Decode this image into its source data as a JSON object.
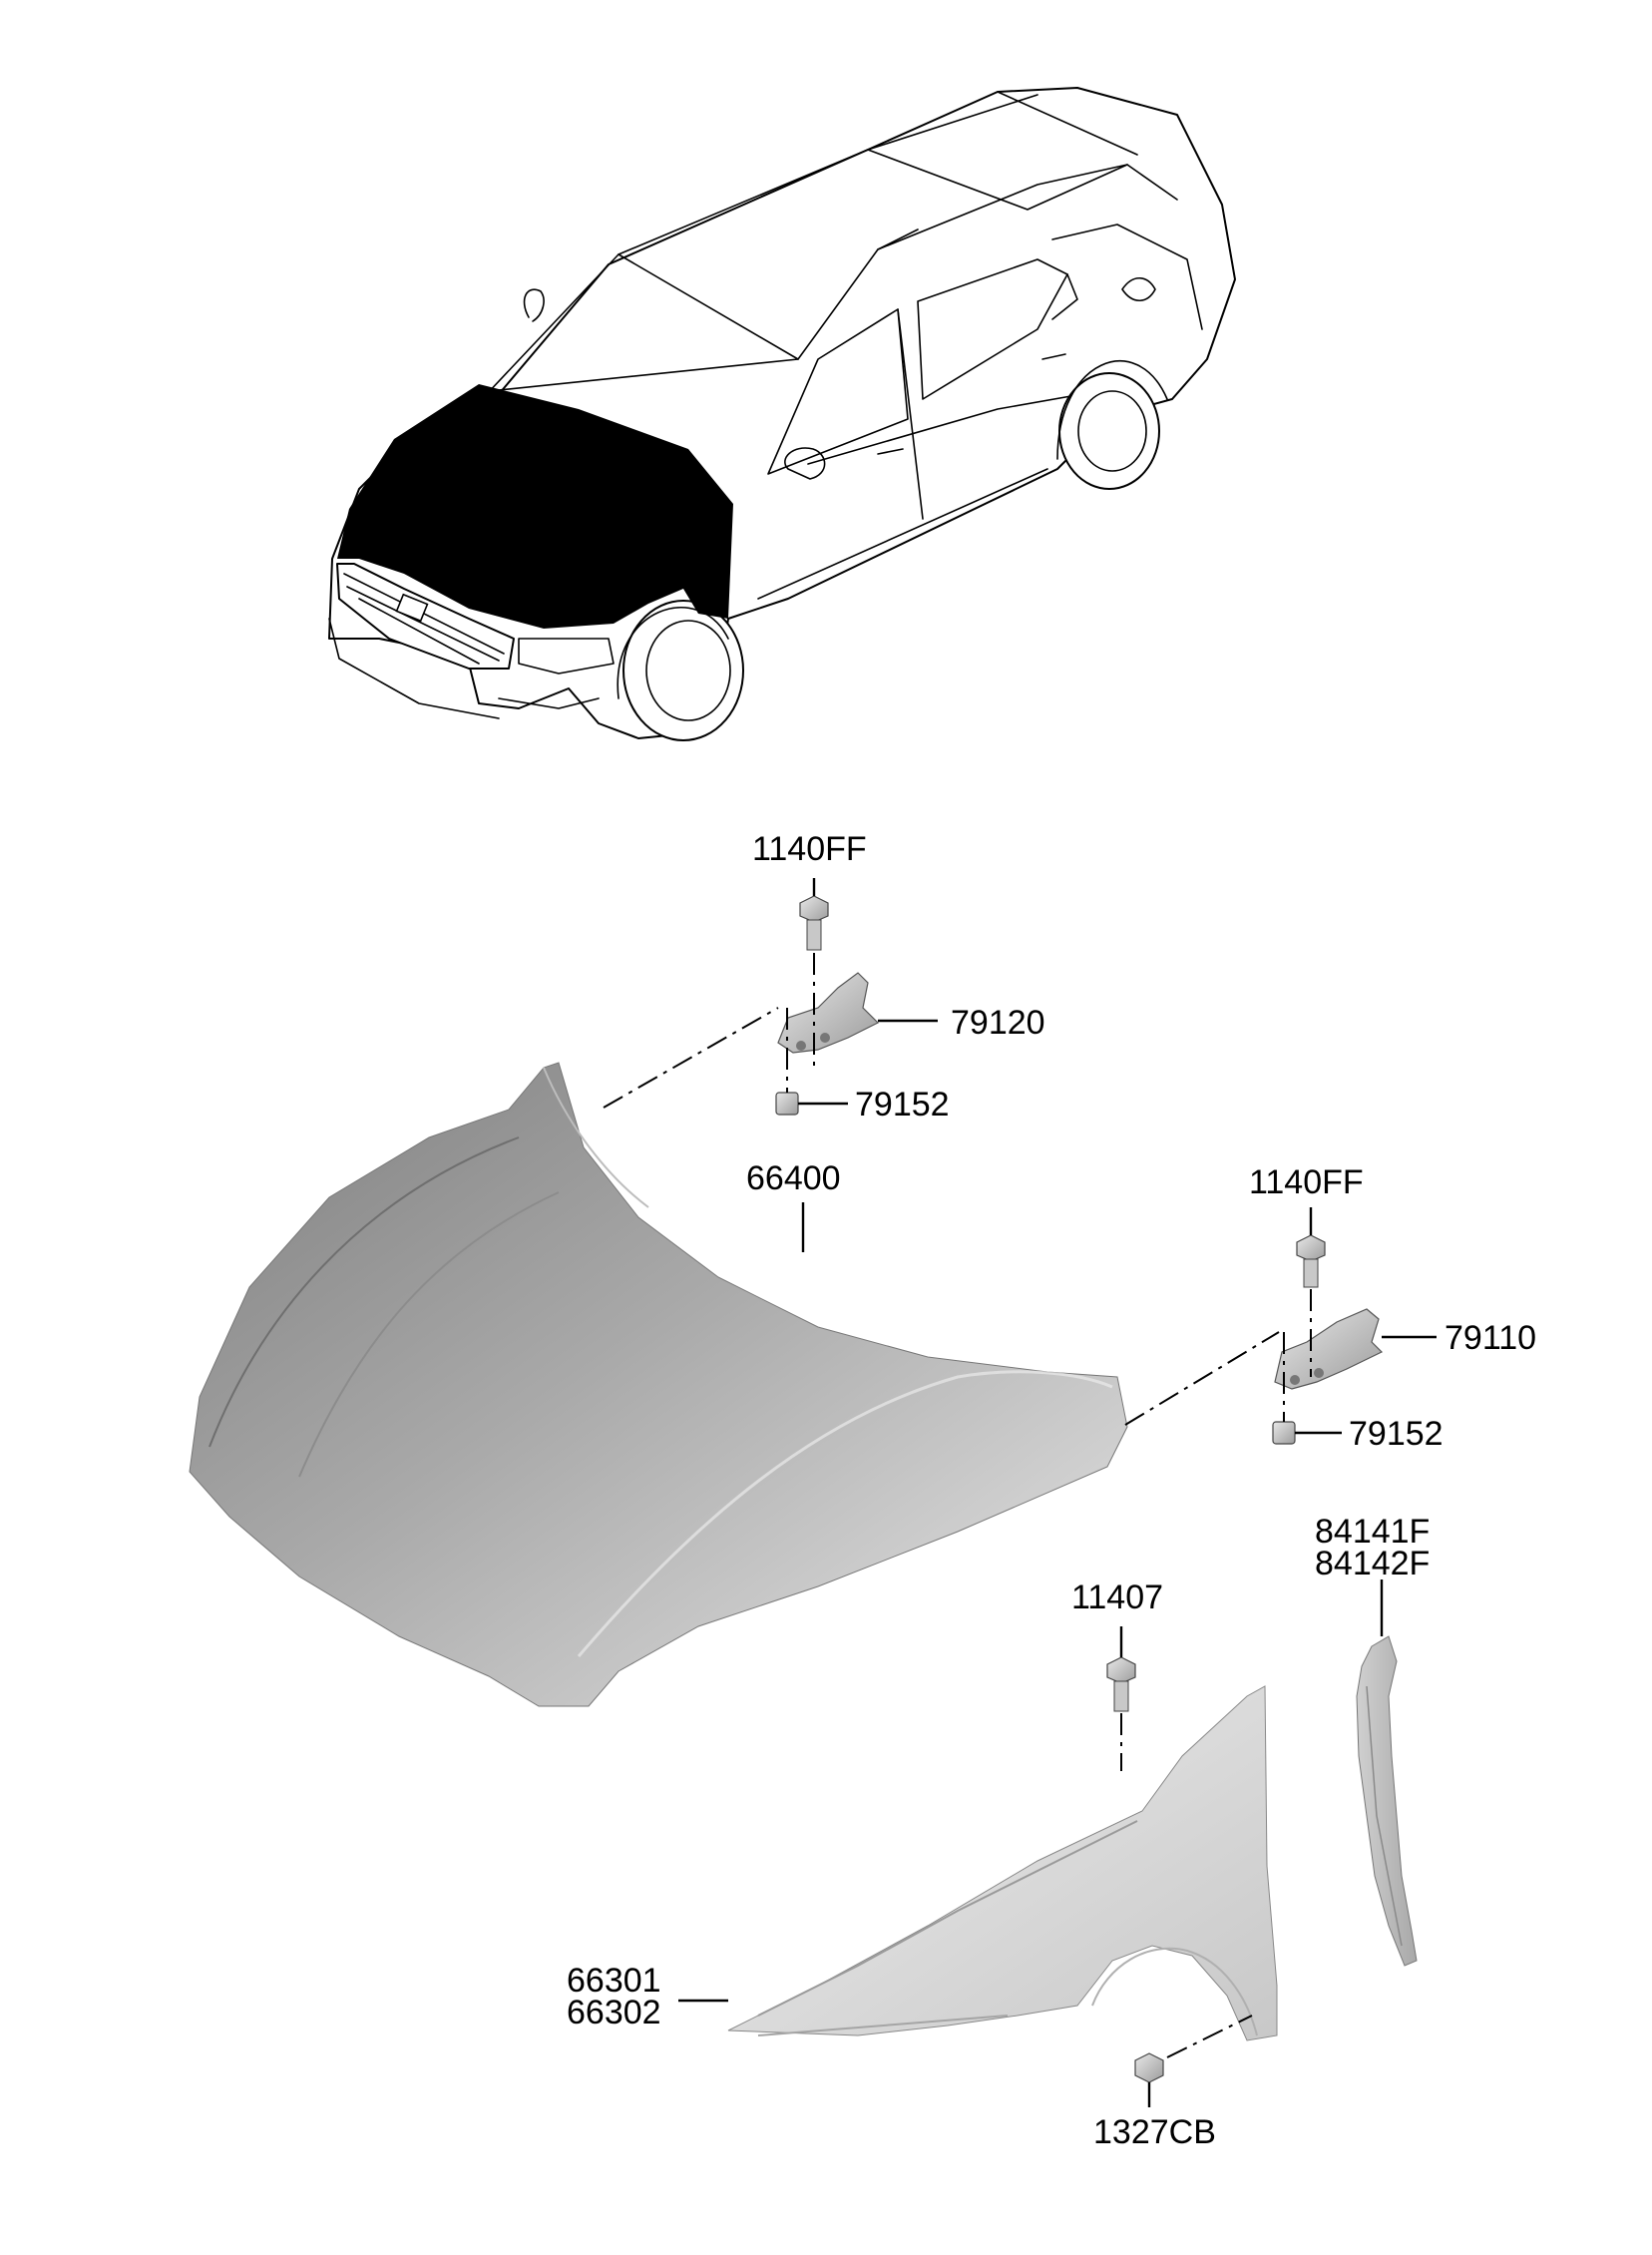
{
  "labels": {
    "bolt_top_left": "1140FF",
    "hinge_left": "79120",
    "nut_left": "79152",
    "hood": "66400",
    "bolt_top_right": "1140FF",
    "hinge_right": "79110",
    "nut_right": "79152",
    "bolt_fender": "11407",
    "seal_a": "84141F",
    "seal_b": "84142F",
    "fender_a": "66301",
    "fender_b": "66302",
    "nut_fender": "1327CB"
  },
  "colors": {
    "line": "#000000",
    "highlight": "#000000",
    "hood_dark": "#8f8f8f",
    "hood_light": "#e4e4e4",
    "fender": "#d8d8d8",
    "seal": "#c4c4c4"
  }
}
